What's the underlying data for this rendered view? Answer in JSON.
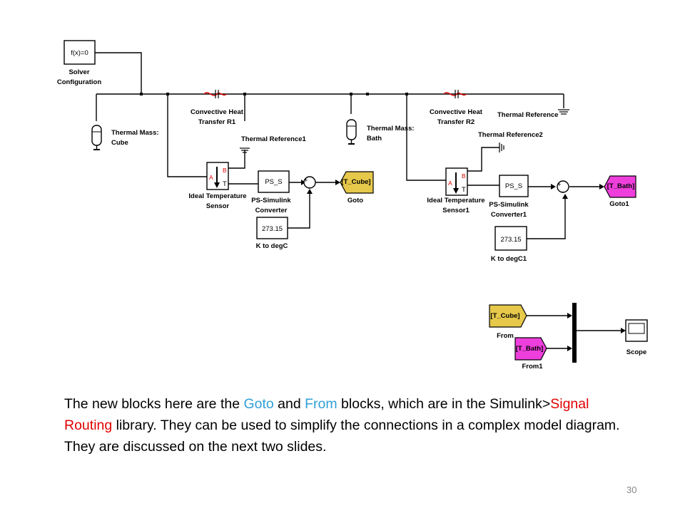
{
  "blocks": {
    "solver": {
      "expr": "f(x)=0",
      "label_1": "Solver",
      "label_2": "Configuration"
    },
    "mass_cube": {
      "label_1": "Thermal Mass:",
      "label_2": "Cube"
    },
    "conv_r1": {
      "label_1": "Convective Heat",
      "label_2": "Transfer R1"
    },
    "thermal_ref1": {
      "label": "Thermal Reference1"
    },
    "mass_bath": {
      "label_1": "Thermal Mass:",
      "label_2": "Bath"
    },
    "conv_r2": {
      "label_1": "Convective Heat",
      "label_2": "Transfer R2"
    },
    "thermal_ref": {
      "label": "Thermal Reference"
    },
    "thermal_ref2": {
      "label": "Thermal Reference2"
    },
    "sensor": {
      "label_1": "Ideal Temperature",
      "label_2": "Sensor",
      "port_a": "A",
      "port_b": "B",
      "port_t": "T"
    },
    "sensor1": {
      "label_1": "Ideal Temperature",
      "label_2": "Sensor1",
      "port_a": "A",
      "port_b": "B",
      "port_t": "T"
    },
    "conv": {
      "text": "PS_S",
      "label_1": "PS-Simulink",
      "label_2": "Converter"
    },
    "conv1": {
      "text": "PS_S",
      "label_1": "PS-Simulink",
      "label_2": "Converter1"
    },
    "const": {
      "value": "273.15",
      "label": "K to degC"
    },
    "const1": {
      "value": "273.15",
      "label": "K to degC1"
    },
    "sum": {
      "plus": "+",
      "minus": "-"
    },
    "goto": {
      "tag": "[T_Cube]",
      "label": "Goto",
      "color": "#e6c84a"
    },
    "goto1": {
      "tag": "[T_Bath]",
      "label": "Goto1",
      "color": "#ee3fdc"
    },
    "from": {
      "tag": "[T_Cube]",
      "label": "From",
      "color": "#e6c84a"
    },
    "from1": {
      "tag": "[T_Bath]",
      "label": "From1",
      "color": "#ee3fdc"
    },
    "scope": {
      "label": "Scope"
    }
  },
  "caption": {
    "p1": "The new blocks here are the ",
    "goto_word": "Goto",
    "p2": " and ",
    "from_word": "From",
    "p3": " blocks, which are in the Simulink>",
    "routing_word": "Signal Routing",
    "p4": " library. They can be used to simplify the connections in a complex model diagram. They are discussed on the next two slides."
  },
  "page_number": "30"
}
